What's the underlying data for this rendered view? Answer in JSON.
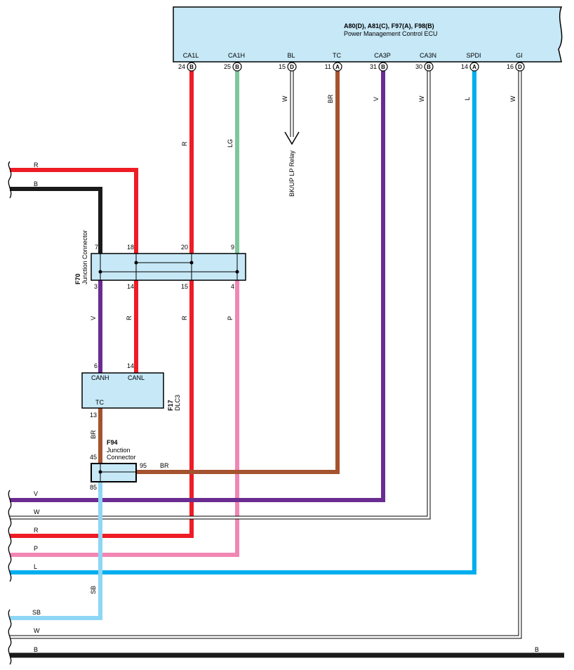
{
  "ecu": {
    "title": "A80(D), A81(C), F97(A), F98(B)",
    "subtitle": "Power Management Control ECU",
    "pins": [
      {
        "label": "CA1L",
        "num": "24",
        "conn": "B"
      },
      {
        "label": "CA1H",
        "num": "25",
        "conn": "B"
      },
      {
        "label": "BL",
        "num": "15",
        "conn": "D"
      },
      {
        "label": "TC",
        "num": "11",
        "conn": "A"
      },
      {
        "label": "CA3P",
        "num": "31",
        "conn": "B"
      },
      {
        "label": "CA3N",
        "num": "30",
        "conn": "B"
      },
      {
        "label": "SPDI",
        "num": "14",
        "conn": "A"
      },
      {
        "label": "GI",
        "num": "16",
        "conn": "D"
      }
    ]
  },
  "ecu_wire_colors": {
    "ca1l": "R",
    "ca1h": "LG",
    "bl": "W",
    "tc": "BR",
    "ca3p": "V",
    "ca3n": "W",
    "spdi": "L",
    "gi": "W"
  },
  "bl_destination": "BK/UP LP Relay",
  "f70": {
    "code": "F70",
    "name": "Junction Connector",
    "top_pins": [
      "7",
      "18",
      "20",
      "9"
    ],
    "bottom_pins": [
      "3",
      "14",
      "15",
      "4"
    ],
    "bottom_wire_colors": [
      "V",
      "R",
      "R",
      "P"
    ]
  },
  "f17": {
    "code": "F17",
    "name": "DLC3",
    "pins": {
      "canh": "CANH",
      "canl": "CANL",
      "tc": "TC"
    },
    "pin_nums": {
      "canh": "6",
      "canl": "14",
      "tc": "13"
    },
    "tc_wire": "BR"
  },
  "f94": {
    "code": "F94",
    "name_line1": "Junction",
    "name_line2": "Connector",
    "pins": {
      "top": "45",
      "right": "95",
      "bottom": "85"
    },
    "right_wire": "BR",
    "bottom_wire": "SB"
  },
  "left_top_wires": [
    "R",
    "B"
  ],
  "left_bottom_wires": [
    "V",
    "W",
    "R",
    "P",
    "L",
    "SB",
    "W",
    "B"
  ],
  "ground_right_label": "B",
  "colors": {
    "R": "#ee1c25",
    "B": "#1a1a1a",
    "LG": "#7dc89a",
    "BR": "#a5522f",
    "V": "#6b2c91",
    "L": "#00aeef",
    "SB": "#8ed6f5",
    "P": "#f286b5",
    "W": "#ffffff",
    "box": "#c6e8f7"
  }
}
